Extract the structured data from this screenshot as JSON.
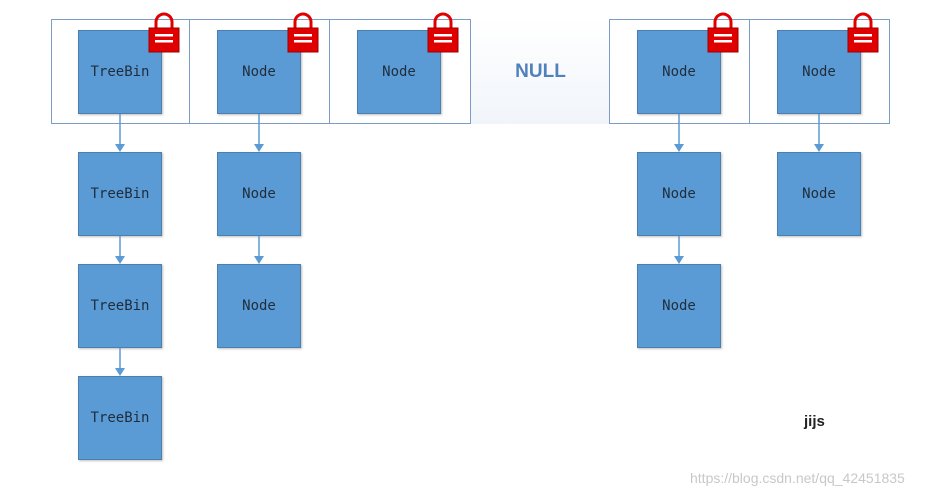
{
  "array": {
    "slots": [
      {
        "label": "TreeBin",
        "locked": true
      },
      {
        "label": "Node",
        "locked": true
      },
      {
        "label": "Node",
        "locked": true
      },
      {
        "label": "NULL",
        "locked": false
      },
      {
        "label": "Node",
        "locked": true
      },
      {
        "label": "Node",
        "locked": true
      }
    ]
  },
  "chains": [
    [
      "TreeBin",
      "TreeBin",
      "TreeBin"
    ],
    [
      "Node",
      "Node"
    ],
    [],
    [],
    [
      "Node",
      "Node"
    ],
    [
      "Node"
    ]
  ],
  "author_label": "jijs",
  "watermark": "https://blog.csdn.net/qq_42451835",
  "colors": {
    "node_fill": "#5b9bd5",
    "lock_red": "#e00000",
    "border": "#7a9cc6",
    "null_text": "#4f81bd"
  },
  "icons": {
    "lock": "padlock-icon"
  }
}
